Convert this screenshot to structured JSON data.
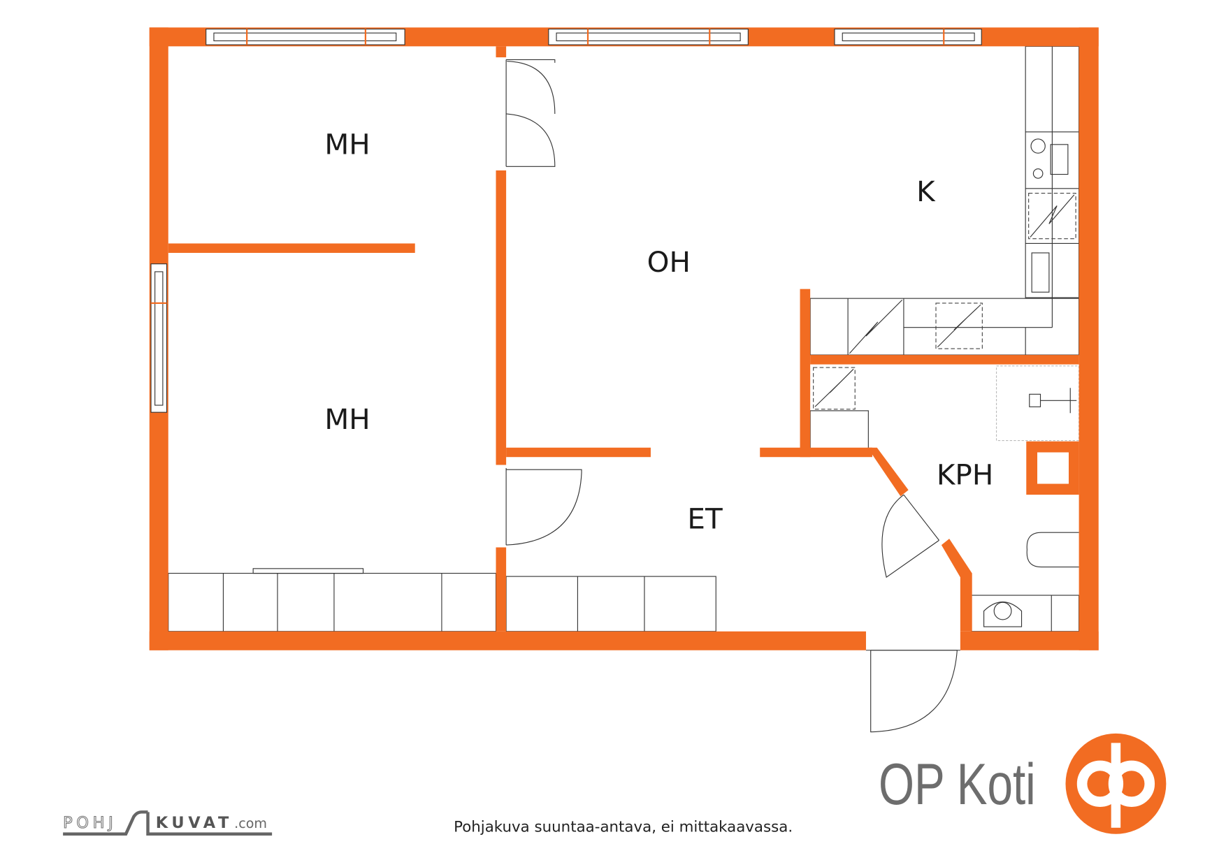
{
  "floorplan": {
    "rooms": [
      {
        "label": "MH"
      },
      {
        "label": "MH"
      },
      {
        "label": "OH"
      },
      {
        "label": "K"
      },
      {
        "label": "ET"
      },
      {
        "label": "KPH"
      }
    ],
    "wall_color": "#F26C22"
  },
  "footer": {
    "disclaimer": "Pohjakuva suuntaa-antava, ei mittakaavassa.",
    "pohjakuvat_logo": {
      "part1": "POHJ",
      "part2": "KUVAT",
      "part3": ".com"
    },
    "brand": {
      "name": "OP Koti",
      "logo_color": "#F26C22"
    }
  }
}
